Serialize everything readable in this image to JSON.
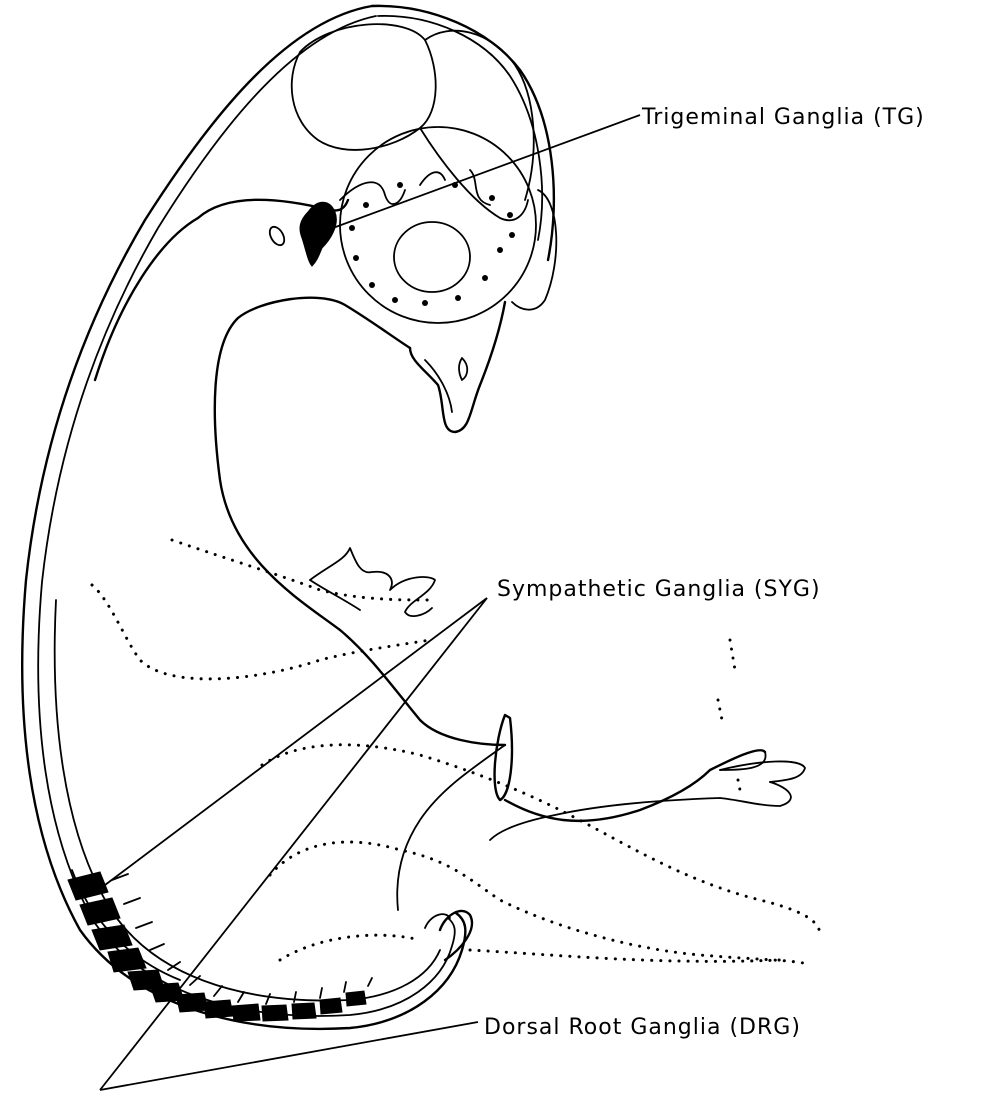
{
  "labels": {
    "tg": "Trigeminal Ganglia (TG)",
    "syg": "Sympathetic Ganglia (SYG)",
    "drg": "Dorsal Root Ganglia (DRG)"
  }
}
